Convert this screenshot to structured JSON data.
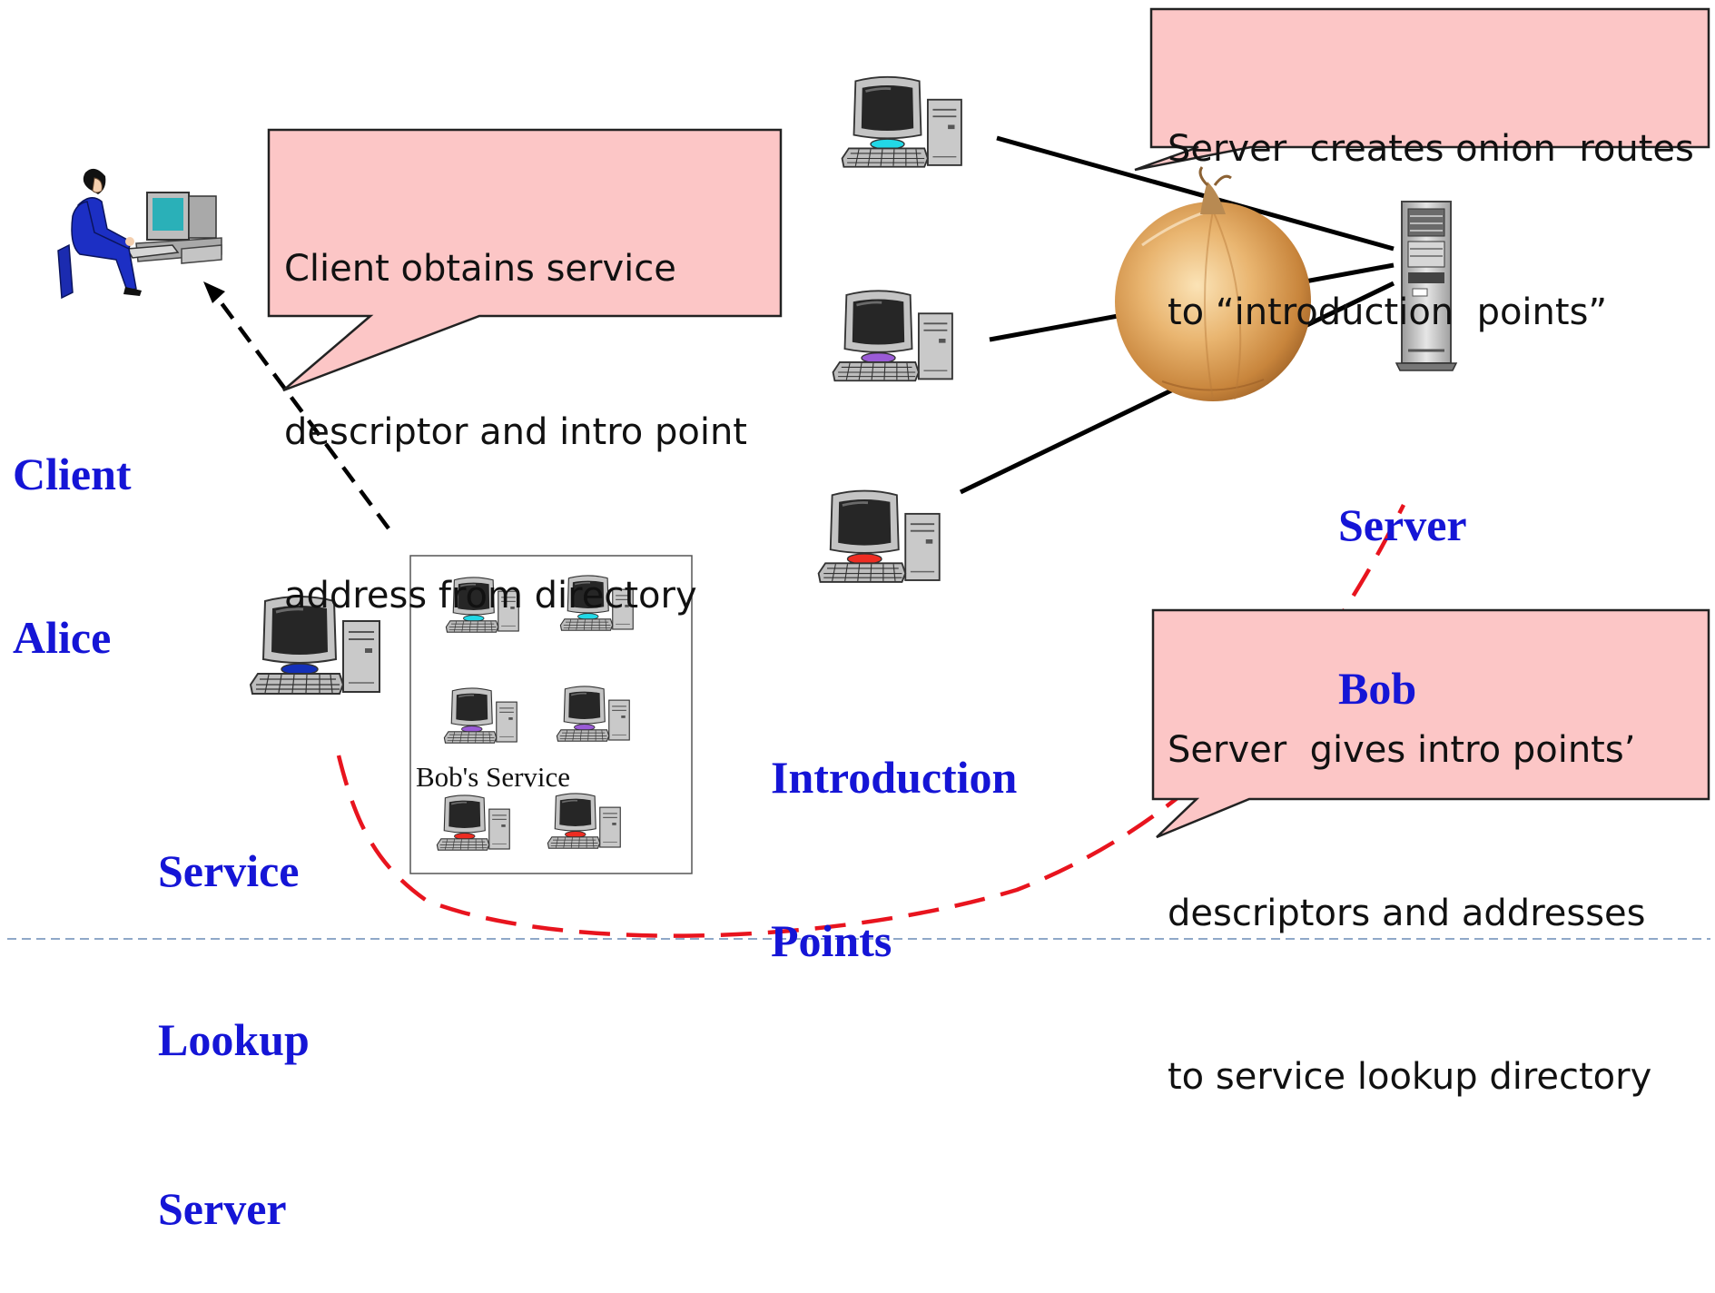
{
  "colors": {
    "label_blue": "#1515d6",
    "callout_fill": "#fcc6c6",
    "dashed_red": "#e8141e",
    "dashed_black": "#000000",
    "footer_dashes": "#8fa8c8"
  },
  "labels": {
    "client": [
      "Client",
      "Alice"
    ],
    "server": [
      "Server",
      "Bob"
    ],
    "introduction": [
      "Introduction",
      "Points"
    ],
    "lookup": [
      "Service",
      "Lookup",
      "Server"
    ]
  },
  "box_caption": "Bob's Service",
  "callouts": {
    "server_creates": [
      "Server  creates onion  routes",
      "to “introduction  points”"
    ],
    "client_obtains": [
      "Client obtains service",
      "descriptor and intro point",
      "address from directory"
    ],
    "server_gives": [
      "Server  gives intro points’",
      "descriptors and addresses",
      "to service lookup directory"
    ]
  },
  "icons": {
    "person": "person-at-computer-icon",
    "workstation": "desktop-computer-icon",
    "rack": "server-rack-icon",
    "onion": "onion-icon"
  },
  "monitor_accents": {
    "intro_top": "#22d8e6",
    "intro_mid": "#9a5bd6",
    "intro_bottom": "#ee2c22",
    "lookup": "#1430b8"
  }
}
